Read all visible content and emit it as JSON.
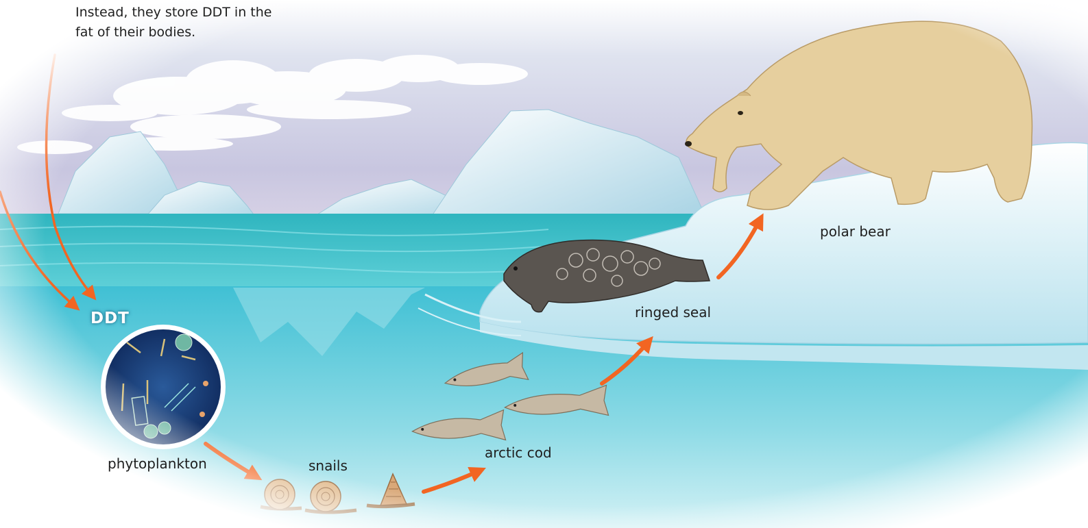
{
  "caption": {
    "line1": "Instead, they store DDT in the",
    "line2": "fat of their bodies."
  },
  "ddt_label": "DDT",
  "organisms": {
    "phytoplankton": "phytoplankton",
    "snails": "snails",
    "arctic_cod": "arctic cod",
    "ringed_seal": "ringed seal",
    "polar_bear": "polar bear"
  },
  "colors": {
    "arrow": "#f26522",
    "sky_top": "#c9c3dd",
    "sea_surface": "#4fc4cf",
    "underwater": "#7fd6e3",
    "ice": "#eaf6fb",
    "bear_fur": "#e8d3a3",
    "seal_body": "#5a5550",
    "plankton_bg": "#173f78"
  }
}
